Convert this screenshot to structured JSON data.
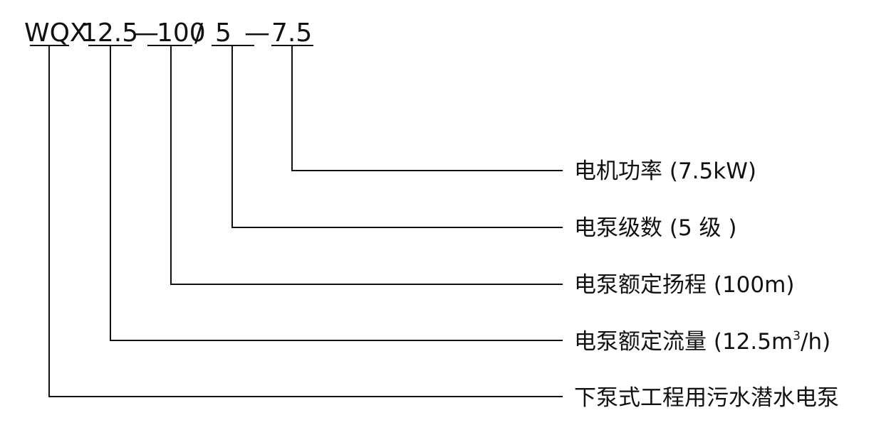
{
  "model_code": {
    "prefix": "WQX",
    "flow": "12.5",
    "dash1": "—",
    "head": "100",
    "slash": "/",
    "stages": "5",
    "dash2": "—",
    "power": "7.5"
  },
  "labels": {
    "power": "电机功率 (7.5kW)",
    "stages": "电泵级数 (5 级 )",
    "head": "电泵额定扬程 (100m)",
    "flow_main": "电泵额定流量 (12.5m",
    "flow_sup": "3",
    "flow_end": "/h)",
    "type": "下泵式工程用污水潜水电泵"
  }
}
